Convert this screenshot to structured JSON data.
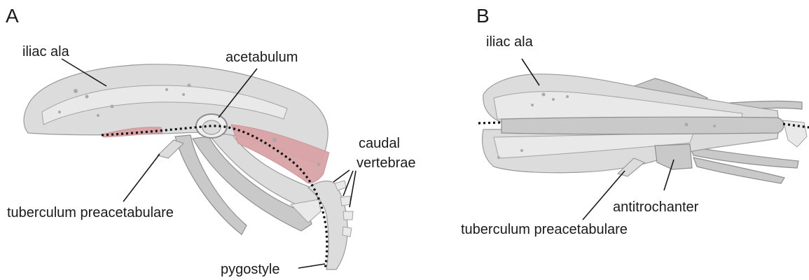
{
  "panels": {
    "a": {
      "letter": "A",
      "labels": {
        "iliac_ala": "iliac ala",
        "acetabulum": "acetabulum",
        "caudal_line1": "caudal",
        "caudal_line2": "vertebrae",
        "tuberculum": "tuberculum preacetabulare",
        "pygostyle": "pygostyle"
      }
    },
    "b": {
      "letter": "B",
      "labels": {
        "iliac_ala": "iliac ala",
        "antitrochanter": "antitrochanter",
        "tuberculum": "tuberculum preacetabulare"
      }
    }
  },
  "colors": {
    "bone": "#dcdcdc",
    "highlight": "#d9a3a6",
    "line": "#1a1a1a"
  }
}
